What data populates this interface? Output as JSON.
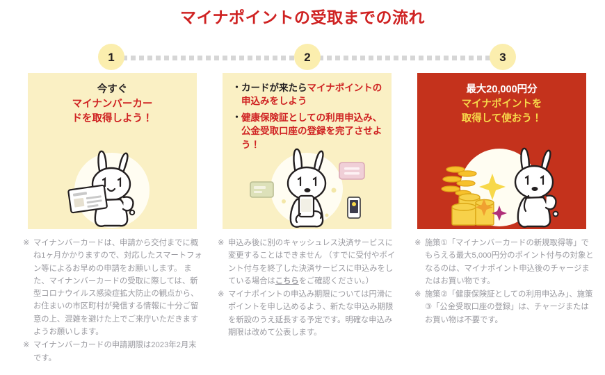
{
  "page": {
    "title": "マイナポイントの受取までの流れ",
    "title_color": "#cf2222",
    "background": "#ffffff"
  },
  "steps": [
    {
      "number": "1"
    },
    {
      "number": "2"
    },
    {
      "number": "3"
    }
  ],
  "cards": [
    {
      "id": "card-1",
      "background": "#faf0c4",
      "step": "1",
      "heading_lines": [
        {
          "text": "今すぐ",
          "color": "#231f20"
        },
        {
          "text": "マイナンバーカー",
          "color": "#cf2222"
        },
        {
          "text": "ドを取得しよう！",
          "color": "#cf2222"
        }
      ],
      "illustration": "rabbit-holding-mynumber-card"
    },
    {
      "id": "card-2",
      "background": "#faf0c4",
      "step": "2",
      "bullets": [
        {
          "marker": "・",
          "segments": [
            {
              "text": "カードが来たら",
              "color": "#231f20"
            },
            {
              "text": "マイナポイントの申込みをしよう",
              "color": "#cf2222"
            }
          ]
        },
        {
          "marker": "・",
          "segments": [
            {
              "text": "健康保険証としての利用申込み、公金受取口座の登録を完了させよう！",
              "color": "#cf2222"
            }
          ]
        }
      ],
      "illustration": "rabbit-with-smartphone-and-service-icons"
    },
    {
      "id": "card-3",
      "background": "#c4321c",
      "step": "3",
      "heading_lines": [
        {
          "text": "最大20,000円分",
          "color": "#ffffff"
        },
        {
          "text": "マイナポイントを",
          "color": "#f7d84a"
        },
        {
          "text": "取得して使おう！",
          "color": "#f7d84a"
        }
      ],
      "illustration": "rabbit-with-gold-coins-and-sparkles"
    }
  ],
  "notes": {
    "color": "#9a9aa0",
    "columns": [
      {
        "id": "notes-column-1",
        "items": [
          {
            "mark": "※",
            "text": "マイナンバーカードは、申請から交付までに概ね1ヶ月かかりますので、対応したスマートフォン等によるお早めの申請をお願いします。\nまた、マイナンバーカードの受取に際しては、新型コロナウイルス感染症拡大防止の観点から、お住まいの市区町村が発信する情報に十分ご留意の上、混雑を避けた上でご来庁いただきますようお願いします。"
          },
          {
            "mark": "※",
            "text": "マイナンバーカードの申請期限は2023年2月末です。"
          }
        ]
      },
      {
        "id": "notes-column-2",
        "items": [
          {
            "mark": "※",
            "text_before_link": "申込み後に別のキャッシュレス決済サービスに変更することはできません\n（すでに受付やポイント付与を終了した決済サービスに申込みをしている場合は",
            "link_text": "こちら",
            "text_after_link": "をご確認ください。）"
          },
          {
            "mark": "※",
            "text": "マイナポイントの申込み期限については円滑にポイントを申し込めるよう、新たな申込み期限を新設のうえ延長する予定です。明確な申込み期限は改めて公表します。"
          }
        ]
      },
      {
        "id": "notes-column-3",
        "items": [
          {
            "mark": "※",
            "text": "施策①「マイナンバーカードの新規取得等」でもらえる最大5,000円分のポイント付与の対象となるのは、マイナポイント申込後のチャージまたはお買い物です。"
          },
          {
            "mark": "※",
            "text": "施策②「健康保険証としての利用申込み」、施策③「公金受取口座の登録」は、チャージまたはお買い物は不要です。"
          }
        ]
      }
    ]
  }
}
